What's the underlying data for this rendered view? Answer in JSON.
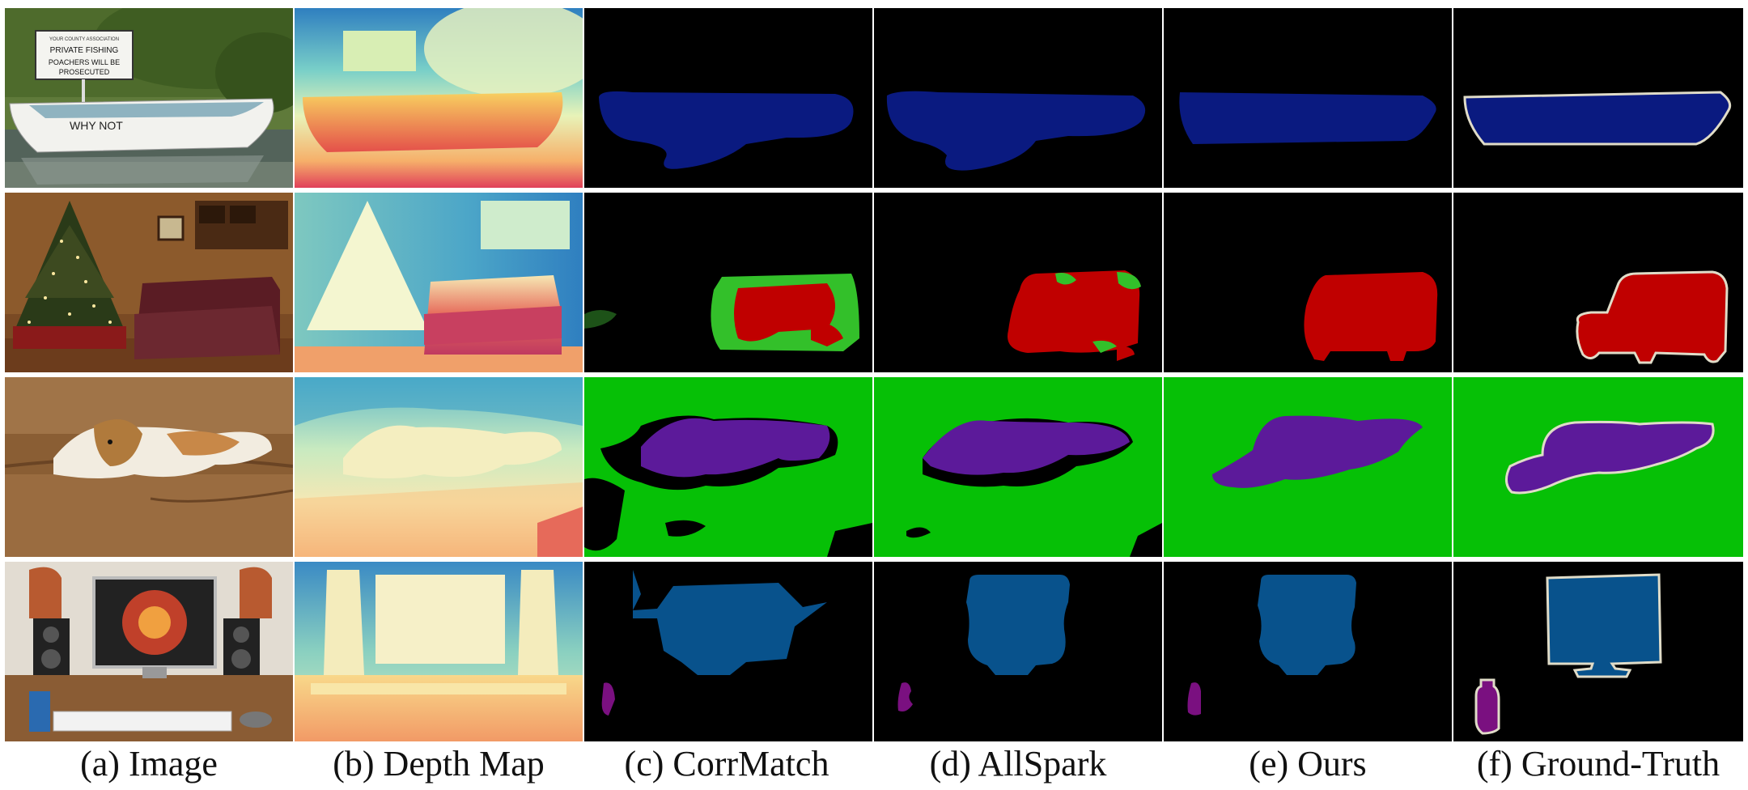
{
  "figure": {
    "captions": [
      "(a) Image",
      "(b) Depth Map",
      "(c) CorrMatch",
      "(d) AllSpark",
      "(e) Ours",
      "(f) Ground-Truth"
    ],
    "sign_text": [
      "YOUR COUNTY ASSOCIATION",
      "PRIVATE FISHING",
      "POACHERS WILL BE",
      "PROSECUTED"
    ],
    "boat_text": "WHY NOT",
    "class_colors": {
      "background": "#000000",
      "boat": "#0a1a80",
      "sofa_red": "#c00000",
      "chair_green": "#33c02a",
      "plant_dark_green": "#1d5218",
      "sofa_green_bg": "#06c006",
      "dog": "#5c1a9a",
      "tv_monitor": "#08528c",
      "bottle": "#7a1080",
      "gt_outline": "#e0dcc8"
    }
  }
}
